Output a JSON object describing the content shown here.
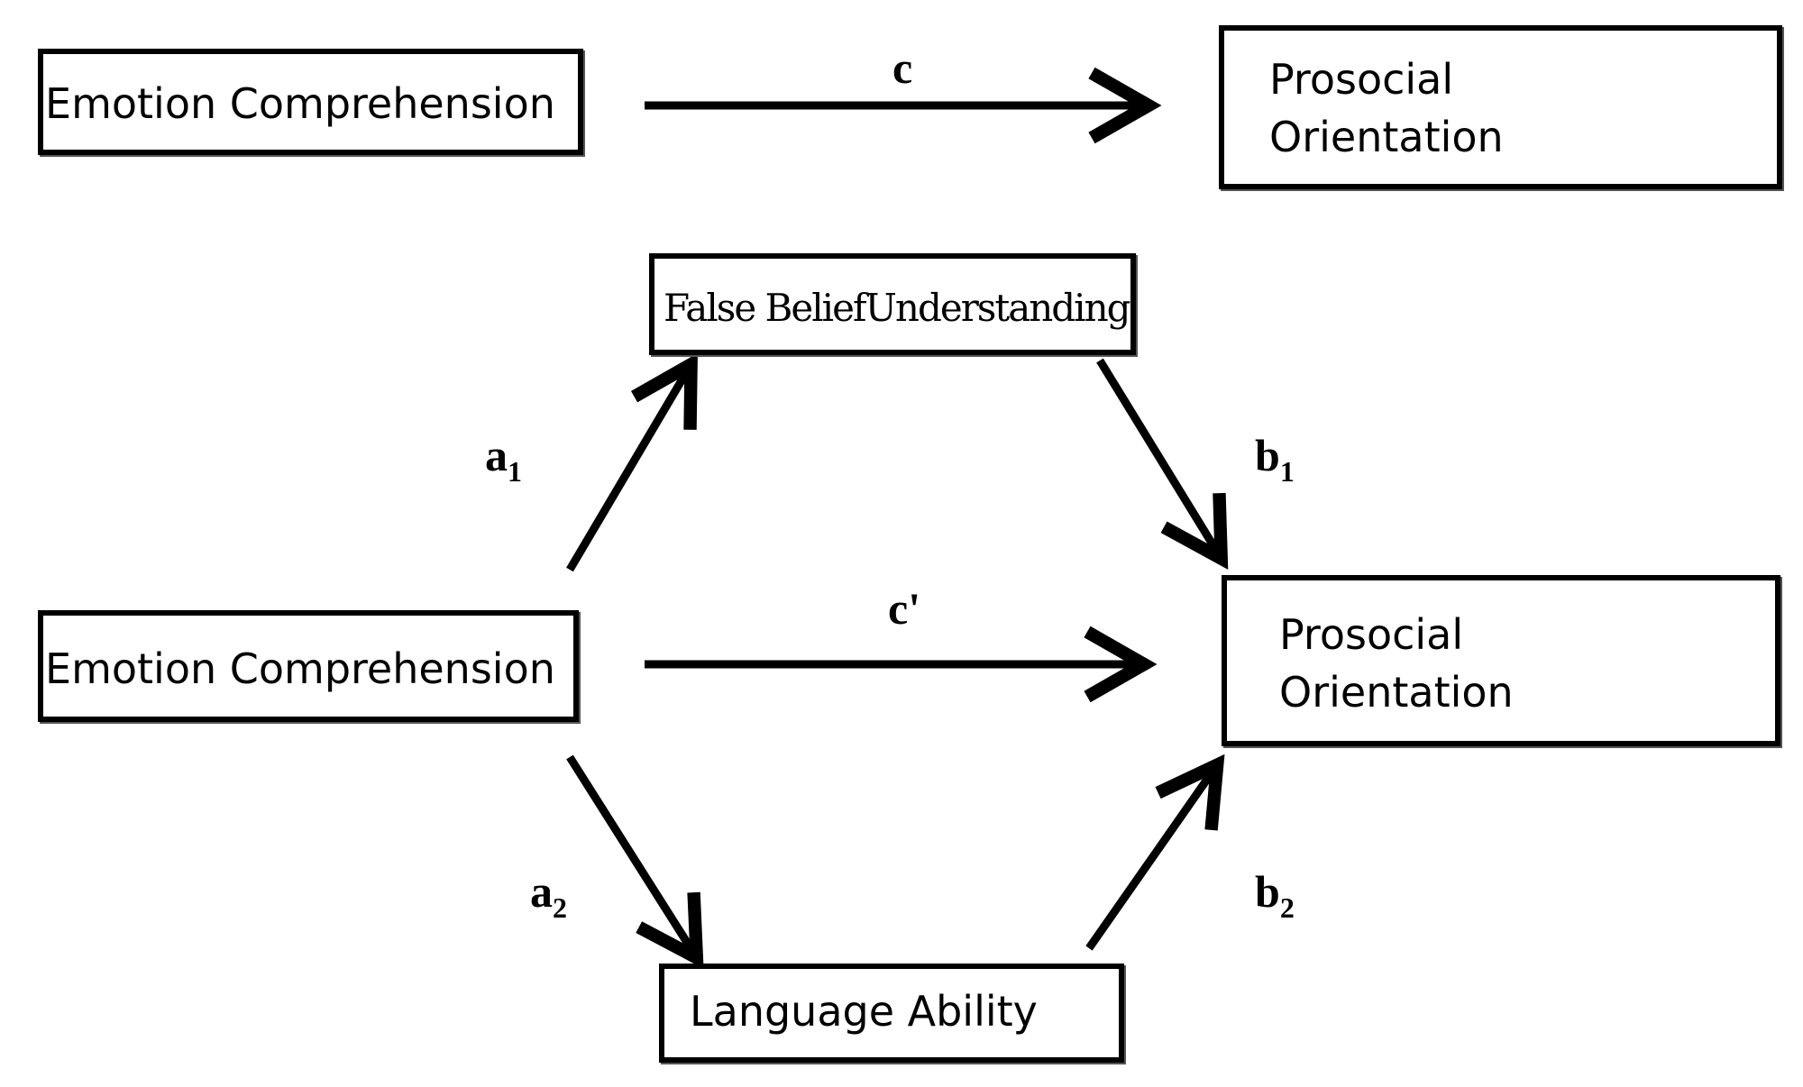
{
  "top_model": {
    "predictor": "Emotion Comprehension",
    "outcome": {
      "line1": "Prosocial",
      "line2": "Orientation"
    },
    "path_c": "c"
  },
  "mediation_model": {
    "predictor": "Emotion Comprehension",
    "outcome": {
      "line1": "Prosocial",
      "line2": "Orientation"
    },
    "mediator_1": "False BeliefUnderstanding",
    "mediator_2": "Language Ability",
    "path_a1": {
      "base": "a",
      "sub": "1"
    },
    "path_b1": {
      "base": "b",
      "sub": "1"
    },
    "path_a2": {
      "base": "a",
      "sub": "2"
    },
    "path_b2": {
      "base": "b",
      "sub": "2"
    },
    "path_c_prime": "c'"
  },
  "colors": {
    "line": "#000000",
    "background": "#ffffff"
  }
}
